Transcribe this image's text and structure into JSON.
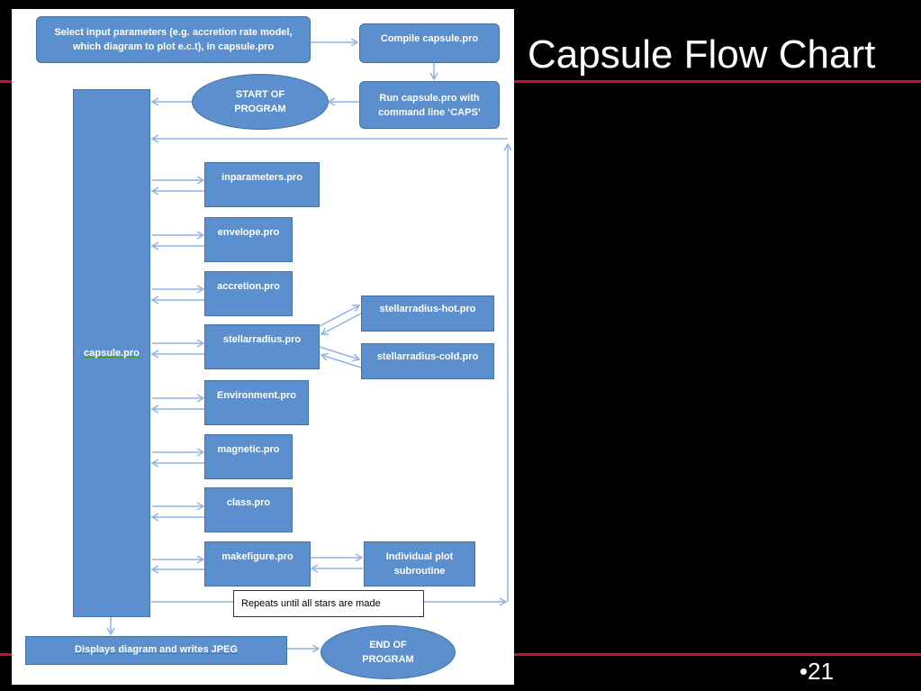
{
  "slide": {
    "title": "Capsule Flow Chart",
    "page_number": "•21",
    "accent_color": "#c8102e",
    "background": "#000000"
  },
  "diagram": {
    "box_color": "#5b8fcd",
    "arrow_color": "#8eb4e3",
    "nodes": {
      "select_params": "Select input parameters (e.g. accretion rate model, which diagram to plot e.c.t), in capsule.pro",
      "compile": "Compile capsule.pro",
      "run": "Run capsule.pro with command line ‘CAPS’",
      "start": "START OF PROGRAM",
      "capsule": "capsule.pro",
      "inparameters": "inparameters.pro",
      "envelope": "envelope.pro",
      "accretion": "accretion.pro",
      "stellarradius": "stellarradius.pro",
      "stellarradius_hot": "stellarradius-hot.pro",
      "stellarradius_cold": "stellarradius-cold.pro",
      "environment": "Environment.pro",
      "magnetic": "magnetic.pro",
      "class": "class.pro",
      "makefigure": "makefigure.pro",
      "individual_plot": "Individual plot subroutine",
      "repeat_note": "Repeats until all stars are made",
      "displays": "Displays diagram and writes JPEG",
      "end": "END OF PROGRAM"
    }
  }
}
